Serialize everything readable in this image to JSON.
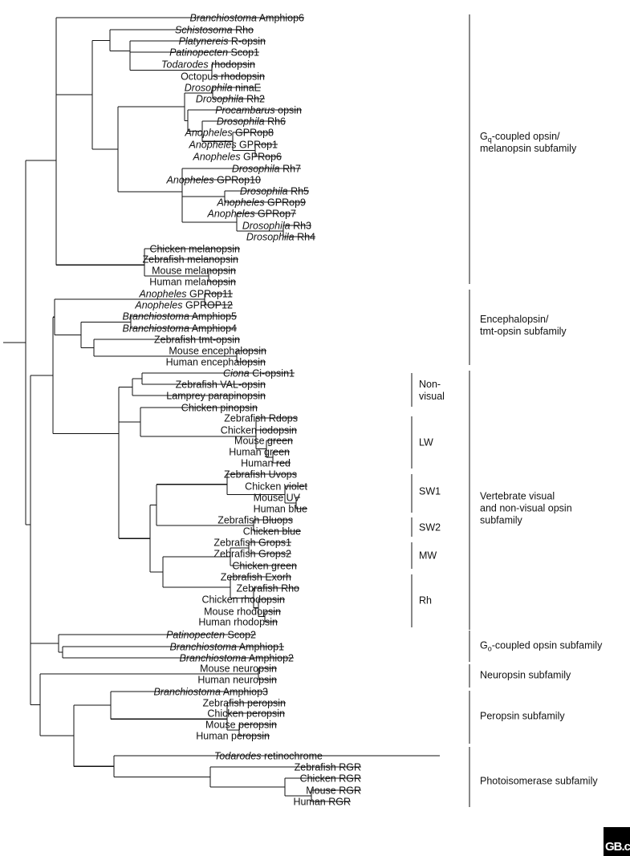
{
  "tree": {
    "taxa": [
      {
        "italic": "Branchiostoma",
        "rest": " Amphiop6"
      },
      {
        "italic": "Schistosoma",
        "rest": " Rho"
      },
      {
        "italic": "Platynereis",
        "rest": " R-opsin"
      },
      {
        "italic": "Patinopecten",
        "rest": " Scop1"
      },
      {
        "italic": "Todarodes",
        "rest": " rhodopsin"
      },
      {
        "italic": "",
        "rest": "Octopus rhodopsin"
      },
      {
        "italic": "Drosophila",
        "rest": " ninaE"
      },
      {
        "italic": "Drosophila",
        "rest": " Rh2"
      },
      {
        "italic": "Procambarus",
        "rest": " opsin"
      },
      {
        "italic": "Drosophila",
        "rest": " Rh6"
      },
      {
        "italic": "Anopheles",
        "rest": " GPRop8"
      },
      {
        "italic": "Anopheles",
        "rest": " GPRop1"
      },
      {
        "italic": "Anopheles",
        "rest": " GPRop6"
      },
      {
        "italic": "Drosophila",
        "rest": " Rh7"
      },
      {
        "italic": "Anopheles",
        "rest": " GPRop10"
      },
      {
        "italic": "Drosophila",
        "rest": " Rh5"
      },
      {
        "italic": "Anopheles",
        "rest": " GPRop9"
      },
      {
        "italic": "Anopheles",
        "rest": " GPRop7"
      },
      {
        "italic": "Drosophila",
        "rest": " Rh3"
      },
      {
        "italic": "Drosophila",
        "rest": " Rh4"
      },
      {
        "italic": "",
        "rest": "Chicken melanopsin"
      },
      {
        "italic": "",
        "rest": "Zebrafish melanopsin"
      },
      {
        "italic": "",
        "rest": "Mouse melanopsin"
      },
      {
        "italic": "",
        "rest": "Human melanopsin"
      },
      {
        "italic": "Anopheles",
        "rest": " GPRop11"
      },
      {
        "italic": "Anopheles",
        "rest": " GPROP12"
      },
      {
        "italic": "Branchiostoma",
        "rest": " Amphiop5"
      },
      {
        "italic": "Branchiostoma",
        "rest": " Amphiop4"
      },
      {
        "italic": "",
        "rest": "Zebrafish tmt-opsin"
      },
      {
        "italic": "",
        "rest": "Mouse encephalopsin"
      },
      {
        "italic": "",
        "rest": "Human encephalopsin"
      },
      {
        "italic": "Ciona",
        "rest": " Ci-opsin1"
      },
      {
        "italic": "",
        "rest": "Zebrafish VAL-opsin"
      },
      {
        "italic": "",
        "rest": "Lamprey parapinopsin"
      },
      {
        "italic": "",
        "rest": "Chicken pinopsin"
      },
      {
        "italic": "",
        "rest": "Zebrafish Rdops"
      },
      {
        "italic": "",
        "rest": "Chicken iodopsin"
      },
      {
        "italic": "",
        "rest": "Mouse green"
      },
      {
        "italic": "",
        "rest": "Human green"
      },
      {
        "italic": "",
        "rest": "Human red"
      },
      {
        "italic": "",
        "rest": "Zebrafish Uvops"
      },
      {
        "italic": "",
        "rest": "Chicken violet"
      },
      {
        "italic": "",
        "rest": "Mouse UV"
      },
      {
        "italic": "",
        "rest": "Human blue"
      },
      {
        "italic": "",
        "rest": "Zebrafish Bluops"
      },
      {
        "italic": "",
        "rest": "Chicken blue"
      },
      {
        "italic": "",
        "rest": "Zebrafish Grops1"
      },
      {
        "italic": "",
        "rest": "Zebrafish Grops2"
      },
      {
        "italic": "",
        "rest": "Chicken green"
      },
      {
        "italic": "",
        "rest": "Zebrafish Exorh"
      },
      {
        "italic": "",
        "rest": "Zebrafish Rho"
      },
      {
        "italic": "",
        "rest": "Chicken rhodopsin"
      },
      {
        "italic": "",
        "rest": "Mouse rhodopsin"
      },
      {
        "italic": "",
        "rest": "Human rhodopsin"
      },
      {
        "italic": "Patinopecten",
        "rest": " Scop2"
      },
      {
        "italic": "Branchiostoma",
        "rest": " Amphiop1"
      },
      {
        "italic": "Branchiostoma",
        "rest": " Amphiop2"
      },
      {
        "italic": "",
        "rest": "Mouse neuropsin"
      },
      {
        "italic": "",
        "rest": "Human neuropsin"
      },
      {
        "italic": "Branchiostoma",
        "rest": " Amphiop3"
      },
      {
        "italic": "",
        "rest": "Zebrafish peropsin"
      },
      {
        "italic": "",
        "rest": "Chicken peropsin"
      },
      {
        "italic": "",
        "rest": "Mouse peropsin"
      },
      {
        "italic": "",
        "rest": "Human peropsin"
      },
      {
        "italic": "Todarodes",
        "rest": " retinochrome"
      },
      {
        "italic": "",
        "rest": "Zebrafish RGR"
      },
      {
        "italic": "",
        "rest": "Chicken RGR"
      },
      {
        "italic": "",
        "rest": "Mouse RGR"
      },
      {
        "italic": "",
        "rest": "Human RGR"
      }
    ],
    "subgroups": [
      {
        "lines": [
          "Non-",
          "visual"
        ]
      },
      {
        "lines": [
          "LW"
        ]
      },
      {
        "lines": [
          "SW1"
        ]
      },
      {
        "lines": [
          "SW2"
        ]
      },
      {
        "lines": [
          "MW"
        ]
      },
      {
        "lines": [
          "Rh"
        ]
      }
    ],
    "families": [
      {
        "lines": [
          "G_q-coupled opsin/",
          "melanopsin subfamily"
        ]
      },
      {
        "lines": [
          "Encephalopsin/",
          "tmt-opsin subfamily"
        ]
      },
      {
        "lines": [
          "Vertebrate visual",
          "and non-visual opsin",
          "subfamily"
        ]
      },
      {
        "lines": [
          "G_o-coupled opsin subfamily"
        ]
      },
      {
        "lines": [
          "Neuropsin subfamily"
        ]
      },
      {
        "lines": [
          "Peropsin subfamily"
        ]
      },
      {
        "lines": [
          "Photoisomerase subfamily"
        ]
      }
    ]
  },
  "logo": {
    "text": "GB.c"
  }
}
